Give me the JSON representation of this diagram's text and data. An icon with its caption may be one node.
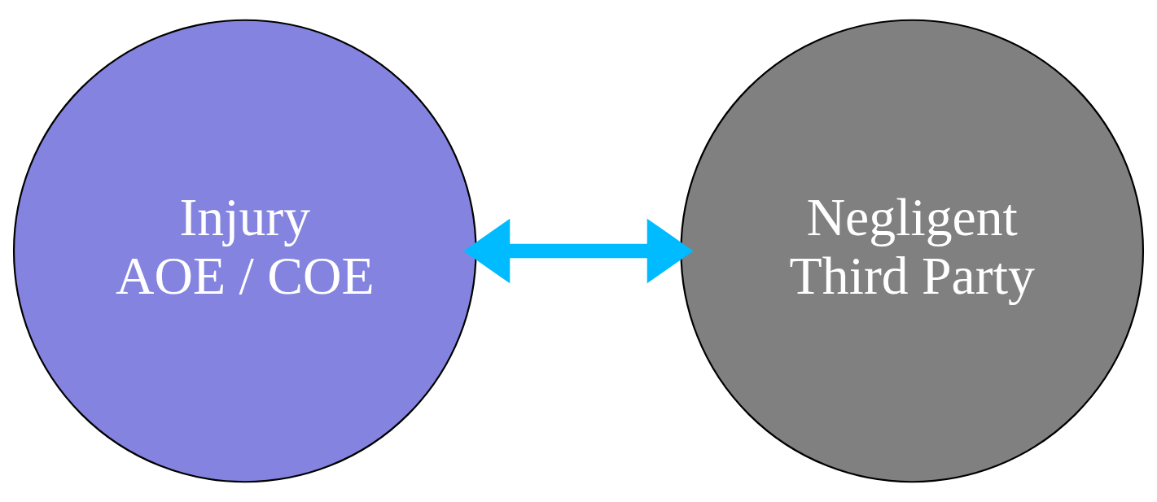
{
  "diagram": {
    "nodes": [
      {
        "text": [
          "Injury AOE / COE"
        ]
      },
      {
        "text": [
          "Negligent Third Party"
        ]
      }
    ],
    "edges": [
      {
        "from": 0,
        "to": 1,
        "arrow": "both",
        "color": "#00bbff"
      }
    ]
  }
}
